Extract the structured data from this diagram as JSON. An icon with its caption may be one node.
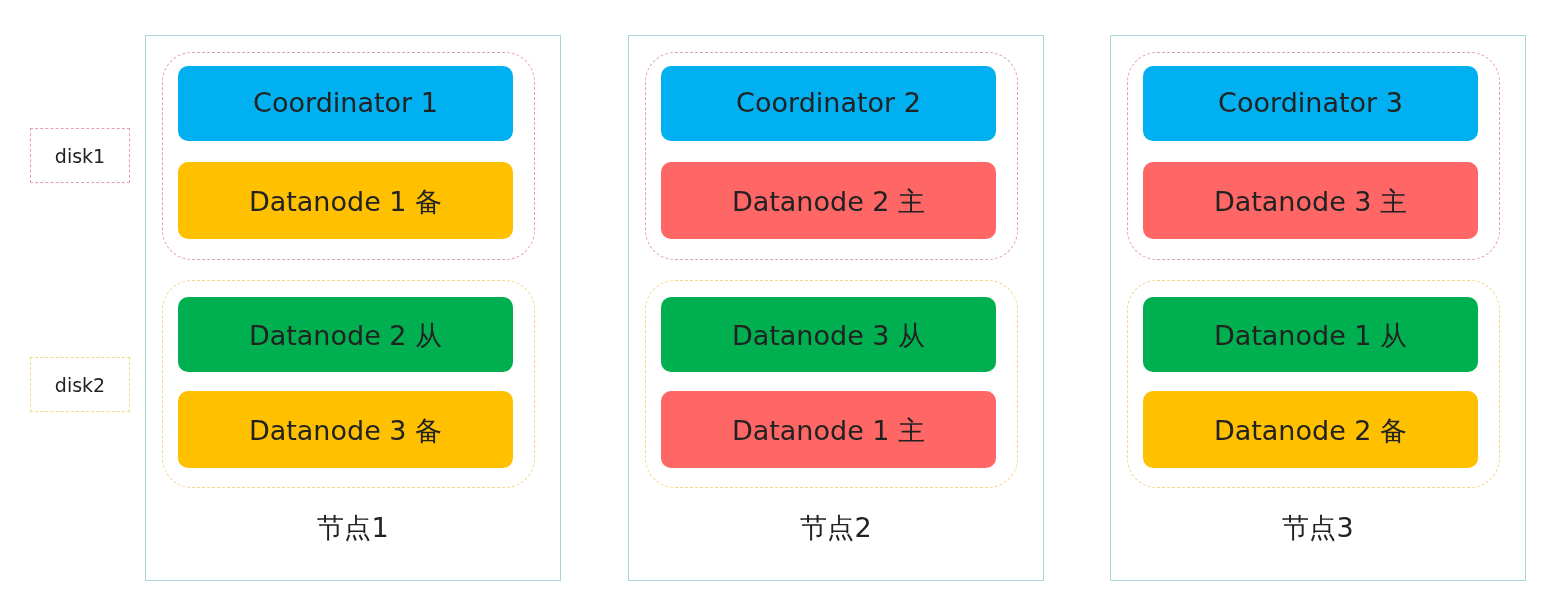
{
  "diagram": {
    "nodes": [
      {
        "text": [
          "disk1"
        ]
      },
      {
        "text": [
          "disk2"
        ]
      },
      {
        "text": [
          "节点1"
        ]
      },
      {
        "text": [],
        "shape": "box",
        "in": 2
      },
      {
        "text": [
          "Coordinator 1"
        ],
        "in": 3
      },
      {
        "text": [
          "Datanode 1 备"
        ],
        "in": 3
      },
      {
        "text": [],
        "shape": "box",
        "in": 2
      },
      {
        "text": [
          "Datanode 2 从"
        ],
        "in": 6
      },
      {
        "text": [
          "Datanode 3 备"
        ],
        "in": 6
      },
      {
        "text": [
          "节点2"
        ]
      },
      {
        "text": [],
        "shape": "box",
        "in": 9
      },
      {
        "text": [
          "Coordinator 2"
        ],
        "in": 10
      },
      {
        "text": [
          "Datanode 2 主"
        ],
        "in": 10
      },
      {
        "text": [],
        "shape": "box",
        "in": 9
      },
      {
        "text": [
          "Datanode 3 从"
        ],
        "in": 13
      },
      {
        "text": [
          "Datanode 1 主"
        ],
        "in": 13
      },
      {
        "text": [
          "节点3"
        ]
      },
      {
        "text": [],
        "shape": "box",
        "in": 16
      },
      {
        "text": [
          "Coordinator 3"
        ],
        "in": 17
      },
      {
        "text": [
          "Datanode 3 主"
        ],
        "in": 17
      },
      {
        "text": [],
        "shape": "box",
        "in": 16
      },
      {
        "text": [
          "Datanode 1 从"
        ],
        "in": 20
      },
      {
        "text": [
          "Datanode 2 备"
        ],
        "in": 20
      }
    ]
  }
}
